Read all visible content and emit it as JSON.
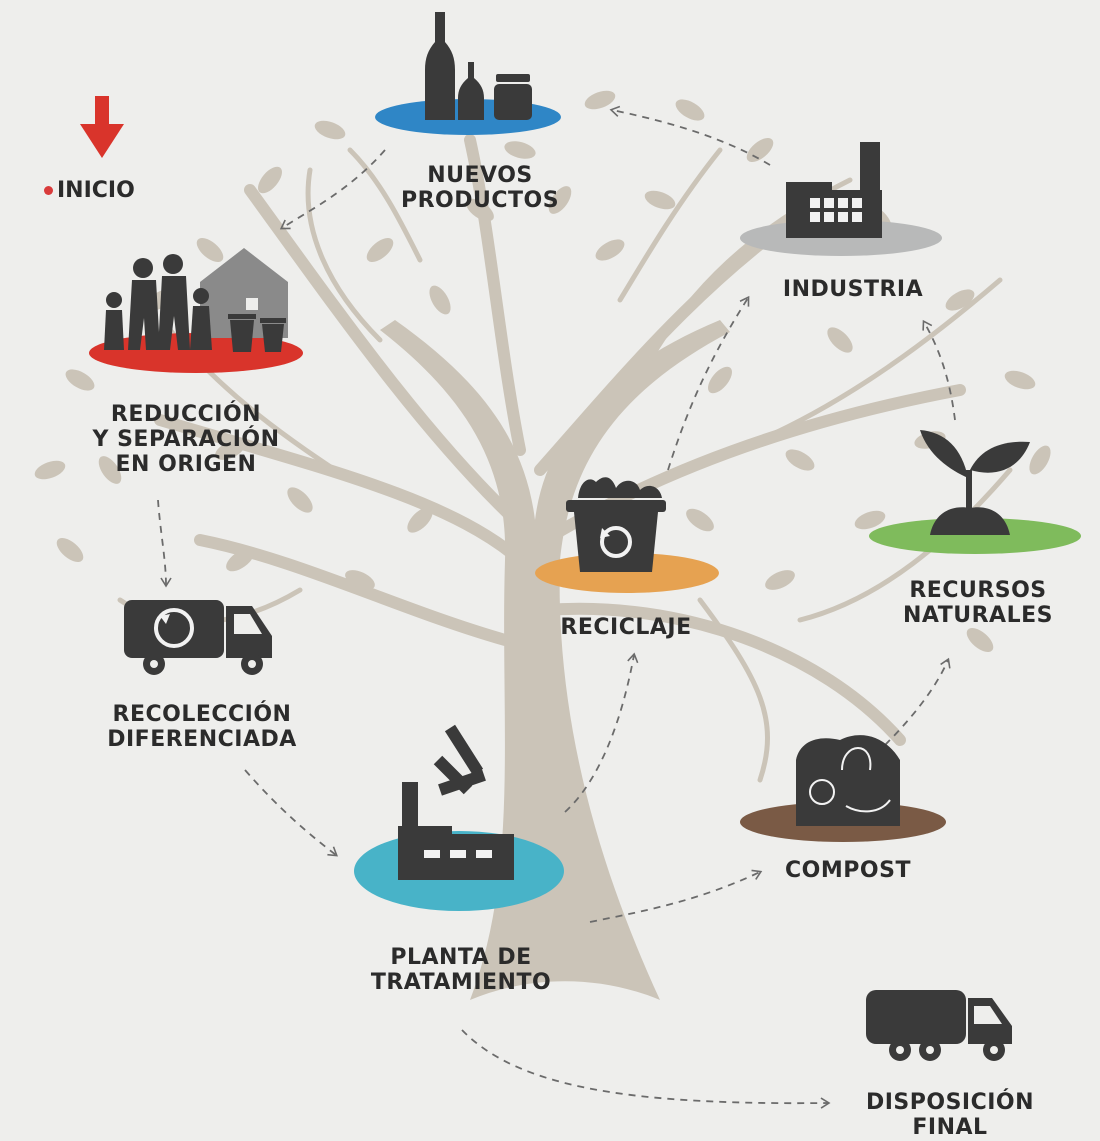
{
  "start": {
    "label": "INICIO"
  },
  "nodes": {
    "nuevos_productos": {
      "lines": [
        "NUEVOS",
        "PRODUCTOS"
      ]
    },
    "industria": {
      "lines": [
        "INDUSTRIA"
      ]
    },
    "reduccion": {
      "lines": [
        "REDUCCIÓN",
        "Y SEPARACIÓN",
        "EN ORIGEN"
      ]
    },
    "reciclaje": {
      "lines": [
        "RECICLAJE"
      ]
    },
    "recursos": {
      "lines": [
        "RECURSOS",
        "NATURALES"
      ]
    },
    "recoleccion": {
      "lines": [
        "RECOLECCIÓN",
        "DIFERENCIADA"
      ]
    },
    "compost": {
      "lines": [
        "COMPOST"
      ]
    },
    "planta": {
      "lines": [
        "PLANTA DE",
        "TRATAMIENTO"
      ]
    },
    "disposicion": {
      "lines": [
        "DISPOSICIÓN",
        "FINAL"
      ]
    }
  },
  "colors": {
    "background": "#eeeeec",
    "tree": "#cbc4b8",
    "icon": "#3a3a3a",
    "nuevos_productos": "#2f86c6",
    "industria": "#b8b9b9",
    "reduccion": "#d9342b",
    "reciclaje": "#e6a251",
    "recursos": "#7fbb5c",
    "compost": "#7a5a45",
    "planta": "#48b3c8",
    "start_arrow": "#d9342b"
  },
  "icons": {
    "nuevos_productos": "bottles-jar-icon",
    "industria": "factory-icon",
    "reduccion": "family-house-bins-icon",
    "reciclaje": "recycle-bin-icon",
    "recursos": "sprout-icon",
    "recoleccion": "recycling-truck-icon",
    "compost": "compost-bin-icon",
    "planta": "treatment-plant-icon",
    "disposicion": "garbage-truck-icon"
  }
}
